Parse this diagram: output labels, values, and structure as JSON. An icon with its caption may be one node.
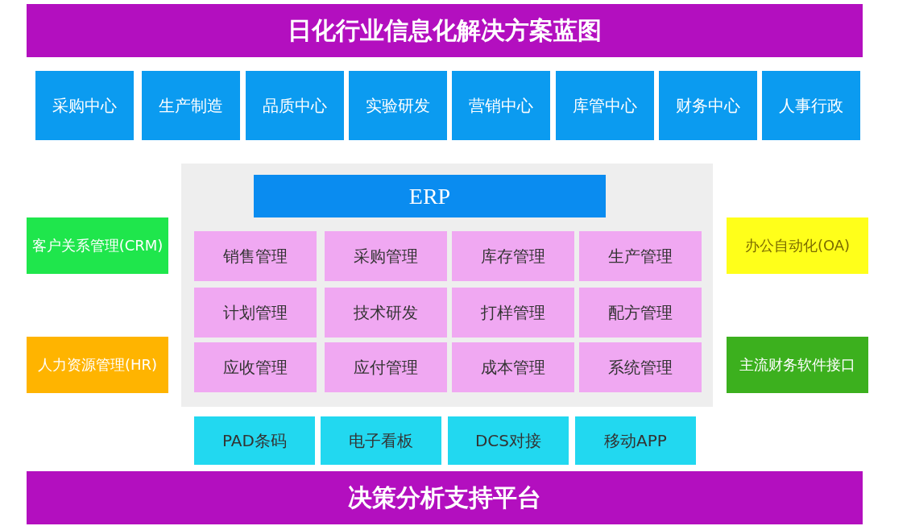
{
  "diagram": {
    "nodes": [
      {
        "text": [
          "日化行业信息化解决方案蓝图"
        ]
      },
      {
        "text": [
          "采购中心"
        ]
      },
      {
        "text": [
          "生产制造"
        ]
      },
      {
        "text": [
          "品质中心"
        ]
      },
      {
        "text": [
          "实验研发"
        ]
      },
      {
        "text": [
          "营销中心"
        ]
      },
      {
        "text": [
          "库管中心"
        ]
      },
      {
        "text": [
          "财务中心"
        ]
      },
      {
        "text": [
          "人事行政"
        ]
      },
      {
        "text": [
          "客户关系管理(CRM)"
        ]
      },
      {
        "text": [],
        "shape": "box"
      },
      {
        "text": [
          "ERP"
        ],
        "in": 10
      },
      {
        "text": [
          "销售管理"
        ],
        "in": 10
      },
      {
        "text": [
          "采购管理"
        ],
        "in": 10
      },
      {
        "text": [
          "库存管理"
        ],
        "in": 10
      },
      {
        "text": [
          "生产管理"
        ],
        "in": 10
      },
      {
        "text": [
          "计划管理"
        ],
        "in": 10
      },
      {
        "text": [
          "技术研发"
        ],
        "in": 10
      },
      {
        "text": [
          "打样管理"
        ],
        "in": 10
      },
      {
        "text": [
          "配方管理"
        ],
        "in": 10
      },
      {
        "text": [
          "应收管理"
        ],
        "in": 10
      },
      {
        "text": [
          "应付管理"
        ],
        "in": 10
      },
      {
        "text": [
          "成本管理"
        ],
        "in": 10
      },
      {
        "text": [
          "系统管理"
        ],
        "in": 10
      },
      {
        "text": [
          "办公自动化(OA)"
        ]
      },
      {
        "text": [
          "人力资源管理(HR)"
        ]
      },
      {
        "text": [
          "主流财务软件接口"
        ]
      },
      {
        "text": [
          "PAD条码"
        ]
      },
      {
        "text": [
          "电子看板"
        ]
      },
      {
        "text": [
          "DCS对接"
        ]
      },
      {
        "text": [
          "移动APP"
        ]
      },
      {
        "text": [
          "决策分析支持平台"
        ]
      }
    ]
  }
}
